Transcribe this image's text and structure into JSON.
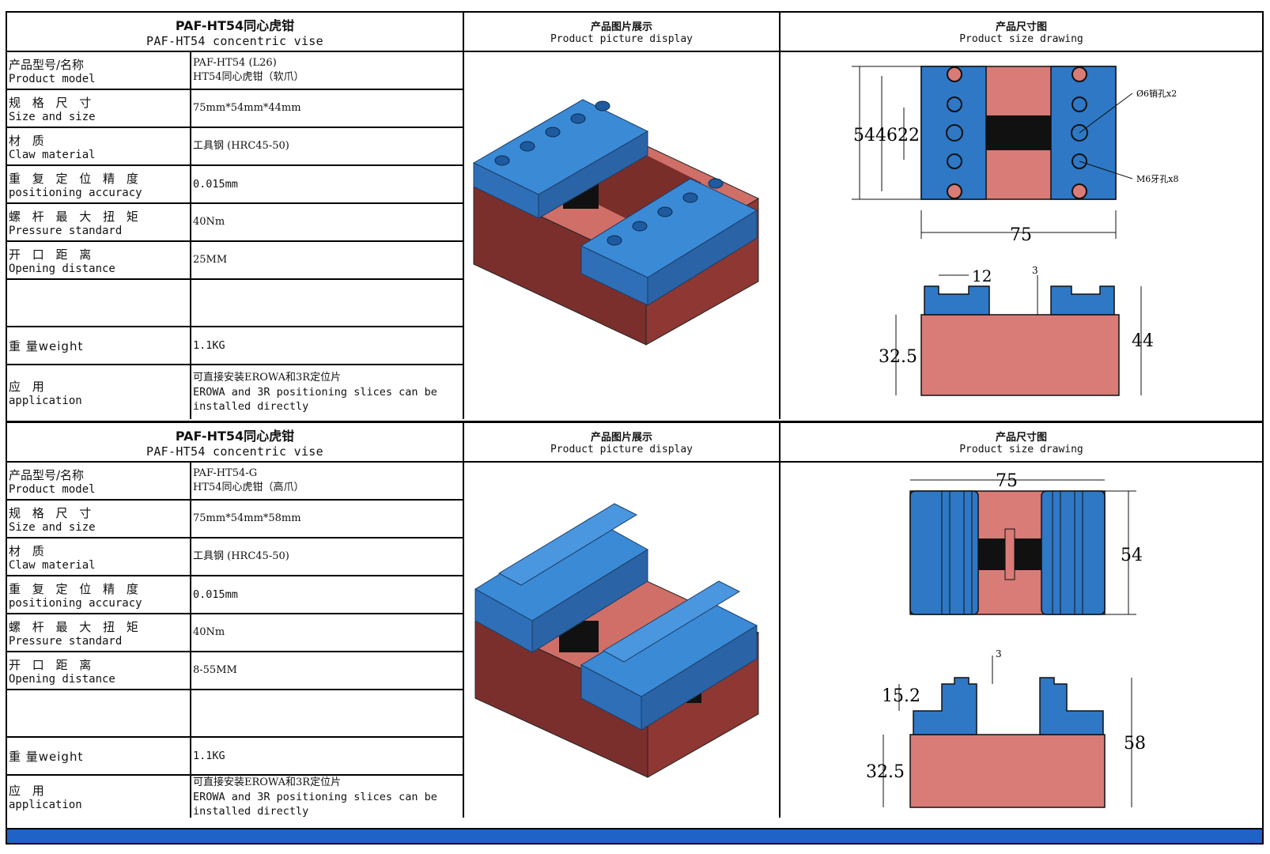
{
  "colors": {
    "jaw_blue": "#2e78c6",
    "body_red": "#7b2f2c",
    "body_top": "#cf6f68",
    "drawing_red": "#d97b77",
    "footer": "#1f63c6"
  },
  "blocks": [
    {
      "title_cn": "PAF-HT54同心虎钳",
      "title_en": "PAF-HT54 concentric vise",
      "picture_cn": "产品图片展示",
      "picture_en": "Product picture display",
      "size_cn": "产品尺寸图",
      "size_en": "Product size drawing",
      "rows": [
        {
          "label_cn": "产品型号/名称",
          "label_en": "Product model",
          "value": [
            "PAF-HT54 (L26)",
            "HT54同心虎钳（软爪）"
          ]
        },
        {
          "label_cn": "规 格 尺 寸",
          "label_en": "Size and size",
          "value": [
            "75mm*54mm*44mm"
          ]
        },
        {
          "label_cn": "材 质",
          "label_en": "Claw material",
          "value": [
            "工具钢 (HRC45-50)"
          ]
        },
        {
          "label_cn": "重 复 定 位 精 度",
          "label_en": "positioning accuracy",
          "value": [
            "0.015mm"
          ]
        },
        {
          "label_cn": "螺 杆 最 大 扭 矩",
          "label_en": "Pressure standard",
          "value": [
            "40Nm"
          ]
        },
        {
          "label_cn": "开 口 距 离",
          "label_en": "Opening distance",
          "value": [
            "25MM"
          ]
        },
        {
          "label_cn": "",
          "label_en": "",
          "value": []
        },
        {
          "label_cn": "重 量weight",
          "label_en": "",
          "value": [
            "1.1KG"
          ]
        },
        {
          "label_cn": "应 用",
          "label_en": "application",
          "value": [
            "可直接安装EROWA和3R定位片",
            "EROWA and 3R positioning slices can be",
            "installed directly"
          ]
        }
      ],
      "dims": {
        "h54": "54",
        "h46": "46",
        "h22": "22",
        "w75": "75",
        "pin": "Ø6销孔x2",
        "thread": "M6牙孔x8",
        "w12": "12",
        "d3": "3",
        "h325": "32.5",
        "h44": "44"
      }
    },
    {
      "title_cn": "PAF-HT54同心虎钳",
      "title_en": "PAF-HT54 concentric vise",
      "picture_cn": "产品图片展示",
      "picture_en": "Product picture display",
      "size_cn": "产品尺寸图",
      "size_en": "Product size drawing",
      "rows": [
        {
          "label_cn": "产品型号/名称",
          "label_en": "Product model",
          "value": [
            "PAF-HT54-G",
            "HT54同心虎钳（高爪）"
          ]
        },
        {
          "label_cn": "规 格 尺 寸",
          "label_en": "Size and size",
          "value": [
            "75mm*54mm*58mm"
          ]
        },
        {
          "label_cn": "材 质",
          "label_en": "Claw material",
          "value": [
            "工具钢 (HRC45-50)"
          ]
        },
        {
          "label_cn": "重 复 定 位 精 度",
          "label_en": "positioning accuracy",
          "value": [
            "0.015mm"
          ]
        },
        {
          "label_cn": "螺 杆 最 大 扭 矩",
          "label_en": "Pressure standard",
          "value": [
            "40Nm"
          ]
        },
        {
          "label_cn": "开 口 距 离",
          "label_en": "Opening distance",
          "value": [
            "8-55MM"
          ]
        },
        {
          "label_cn": "",
          "label_en": "",
          "value": []
        },
        {
          "label_cn": "重 量weight",
          "label_en": "",
          "value": [
            "1.1KG"
          ]
        },
        {
          "label_cn": "应 用",
          "label_en": "application",
          "value": [
            "可直接安装EROWA和3R定位片",
            "EROWA and 3R positioning slices can be",
            "installed directly"
          ]
        }
      ],
      "dims": {
        "w75": "75",
        "h54": "54",
        "d3": "3",
        "h152": "15.2",
        "h325": "32.5",
        "h58": "58"
      }
    }
  ]
}
